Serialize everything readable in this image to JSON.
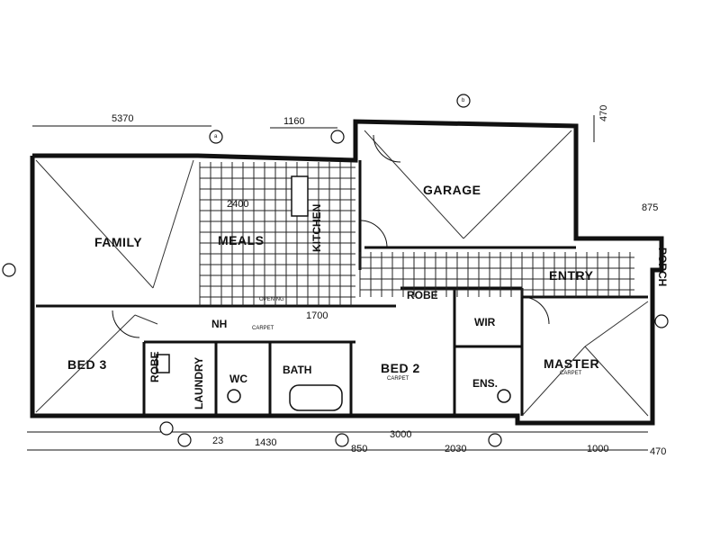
{
  "rooms": {
    "family": "FAMILY",
    "meals": "MEALS",
    "kitchen": "KITCHEN",
    "garage": "GARAGE",
    "entry": "ENTRY",
    "porch": "PORCH",
    "robe": "ROBE",
    "wir": "WIR",
    "bed3": "BED 3",
    "bed2": "BED 2",
    "master": "MASTER",
    "laundry": "LAUNDRY",
    "wc": "WC",
    "bath": "BATH",
    "ens": "ENS.",
    "nh": "NH",
    "robe_small": "ROBE"
  },
  "notes": {
    "carpet": "CARPET",
    "opening": "OPENING"
  },
  "dimensions": {
    "top_left": "5370",
    "top_mid": "1160",
    "top_right": "470",
    "right_small": "875",
    "meals_width": "2400",
    "hall": "1700",
    "bottom_1430": "1430",
    "bottom_3000": "3000",
    "bottom_2030": "2030",
    "bottom_1000": "1000",
    "bottom_470": "470",
    "bottom_850": "850",
    "bottom_23": "23"
  },
  "grid_markers": {
    "a": "a",
    "b": "b"
  }
}
